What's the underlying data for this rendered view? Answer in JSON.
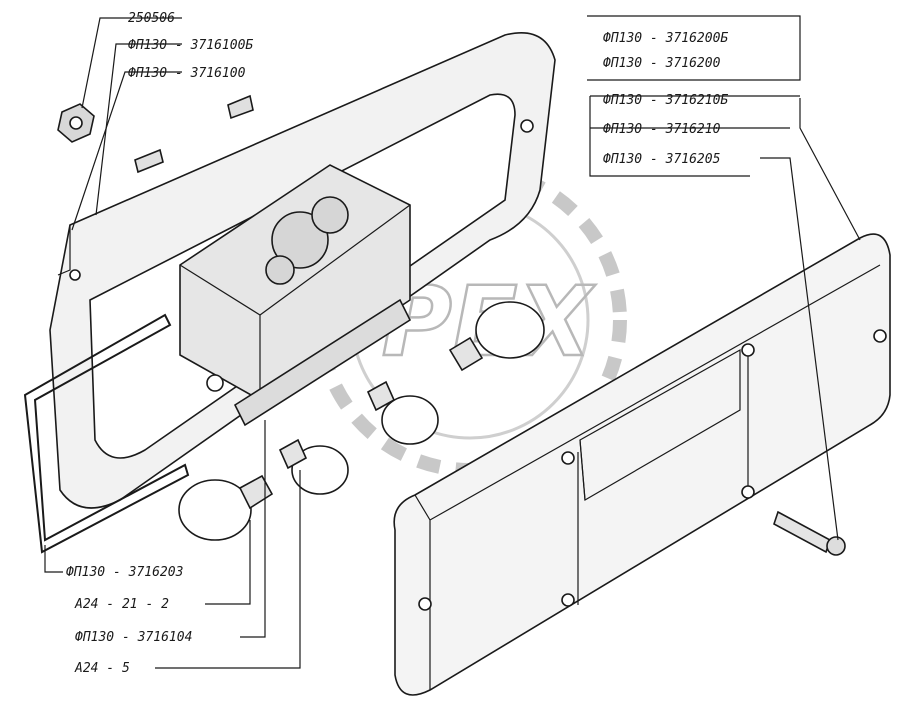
{
  "labels": {
    "nut": "250506",
    "housing_b": "ФП130 - 3716100Б",
    "housing": "ФП130 - 3716100",
    "lens_b": "ФП130 - 3716200Б",
    "lens": "ФП130 - 3716200",
    "glass_b": "ФП130 - 3716210Б",
    "glass": "ФП130 - 3716210",
    "screw": "ФП130 - 3716205",
    "gasket": "ФП130 - 3716203",
    "bulb_21": "А24 - 21 - 2",
    "socket": "ФП130 - 3716104",
    "bulb_5": "А24 - 5"
  },
  "watermark": "OPEX"
}
